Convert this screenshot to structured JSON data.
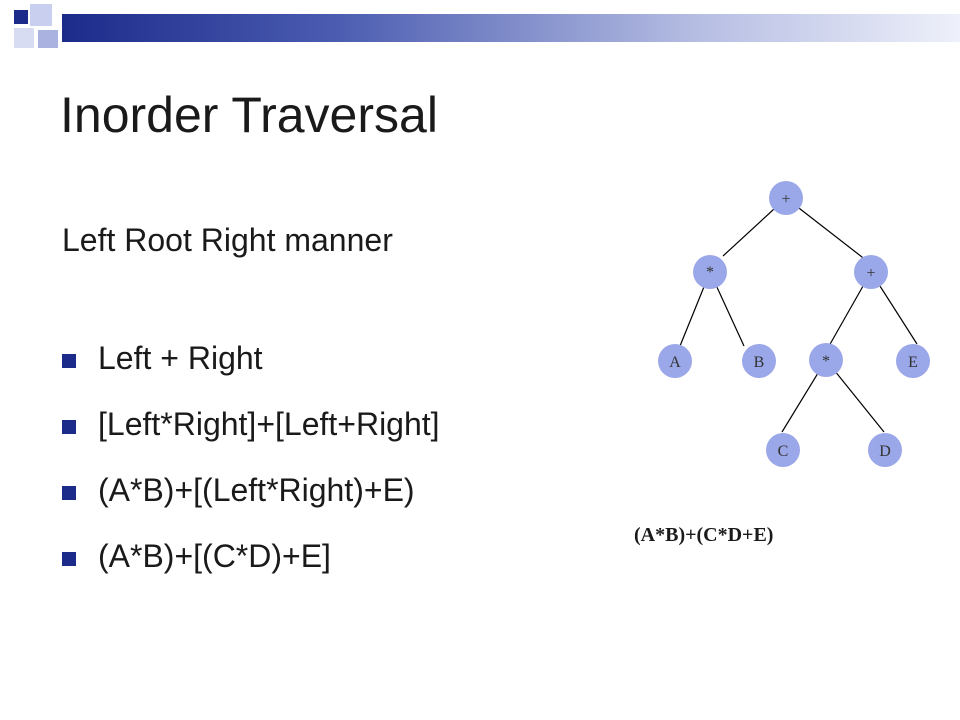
{
  "slide": {
    "title": "Inorder Traversal",
    "subtitle": "Left Root Right manner",
    "bullets": [
      "Left + Right",
      "[Left*Right]+[Left+Right]",
      "(A*B)+[(Left*Right)+E)",
      "(A*B)+[(C*D)+E]"
    ]
  },
  "tree": {
    "nodes": {
      "root": "+",
      "left_op": "*",
      "right_op": "+",
      "a": "A",
      "b": "B",
      "inner_op": "*",
      "e": "E",
      "c": "C",
      "d": "D"
    },
    "result": "(A*B)+(C*D+E)"
  },
  "colors": {
    "node_fill": "#9aa7e8",
    "edge": "#000000",
    "bullet": "#1c2b8a",
    "band_dark": "#1c2b8a",
    "band_light": "#eef0fa"
  }
}
